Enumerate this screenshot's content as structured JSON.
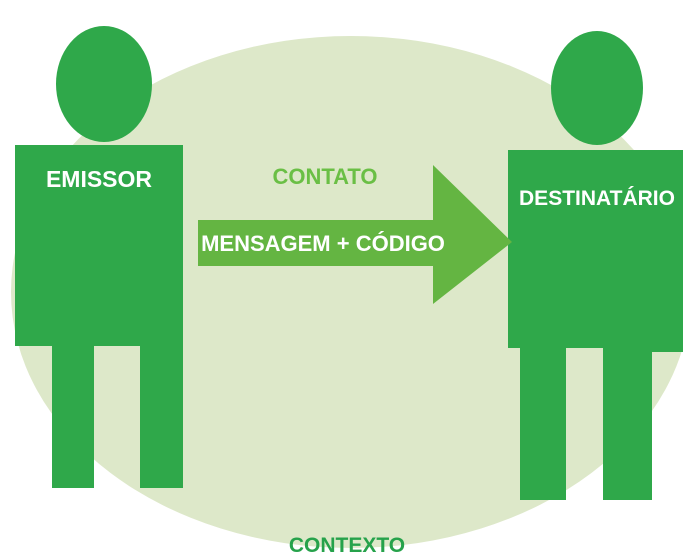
{
  "colors": {
    "background": "#ffffff",
    "context_ellipse": "#dde8c9",
    "figure_green": "#2fa84a",
    "arrow_green": "#64b542",
    "label_green": "#6abf45",
    "label_white": "#ffffff",
    "context_text": "#26a24b"
  },
  "diagram": {
    "sender_label": "EMISSOR",
    "receiver_label": "DESTINATÁRIO",
    "contact_label": "CONTATO",
    "message_label": "MENSAGEM + CÓDIGO",
    "context_label": "CONTEXTO"
  },
  "icons": {
    "sender": "person-icon",
    "receiver": "person-icon",
    "arrow": "right-arrow-icon"
  }
}
